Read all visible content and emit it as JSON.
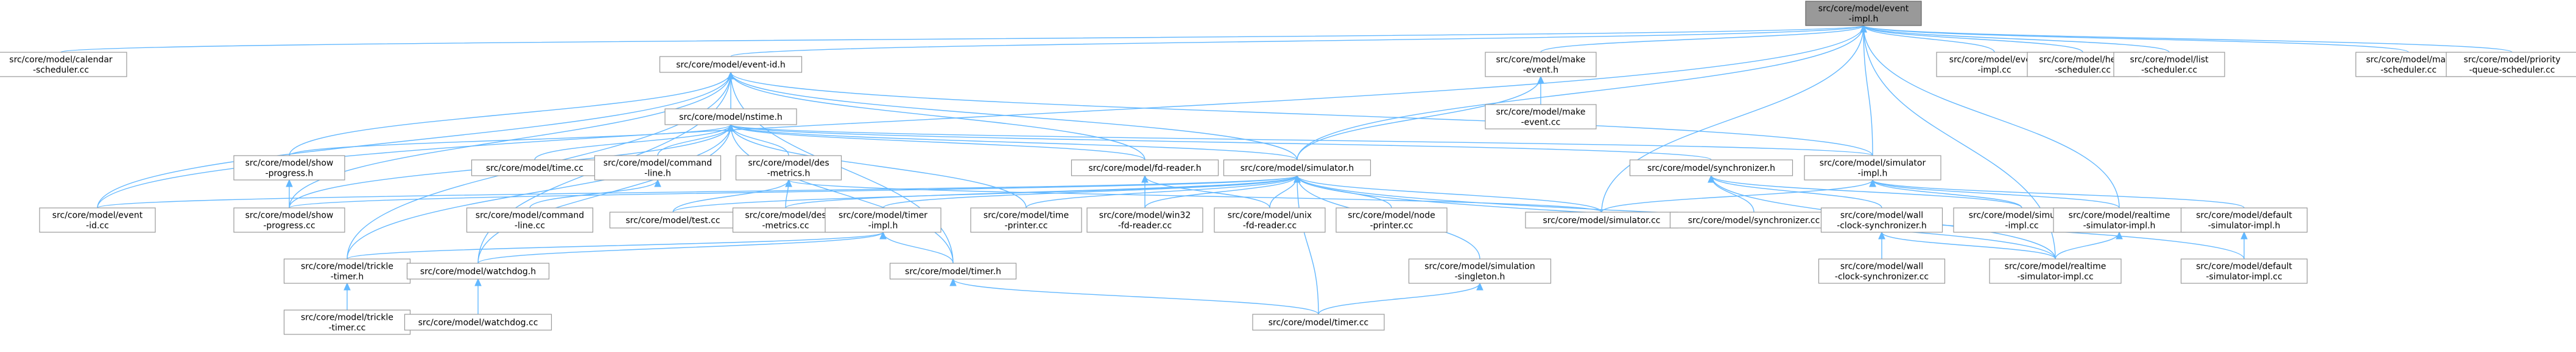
{
  "nodes": {
    "event_impl_h": [
      "src/core/model/event",
      "-impl.h"
    ],
    "calendar_scheduler_cc": [
      "src/core/model/calendar",
      "-scheduler.cc"
    ],
    "event_id_h": [
      "src/core/model/event-id.h"
    ],
    "make_event_h": [
      "src/core/model/make",
      "-event.h"
    ],
    "event_impl_cc": [
      "src/core/model/event",
      "-impl.cc"
    ],
    "heap_scheduler_cc": [
      "src/core/model/heap",
      "-scheduler.cc"
    ],
    "list_scheduler_cc": [
      "src/core/model/list",
      "-scheduler.cc"
    ],
    "map_scheduler_cc": [
      "src/core/model/map",
      "-scheduler.cc"
    ],
    "priority_queue_scheduler_cc": [
      "src/core/model/priority",
      "-queue-scheduler.cc"
    ],
    "make_event_cc": [
      "src/core/model/make",
      "-event.cc"
    ],
    "nstime_h": [
      "src/core/model/nstime.h"
    ],
    "show_progress_h": [
      "src/core/model/show",
      "-progress.h"
    ],
    "time_cc": [
      "src/core/model/time.cc"
    ],
    "command_line_h": [
      "src/core/model/command",
      "-line.h"
    ],
    "des_metrics_h": [
      "src/core/model/des",
      "-metrics.h"
    ],
    "fd_reader_h": [
      "src/core/model/fd-reader.h"
    ],
    "simulator_h": [
      "src/core/model/simulator.h"
    ],
    "synchronizer_h": [
      "src/core/model/synchronizer.h"
    ],
    "simulator_impl_h": [
      "src/core/model/simulator",
      "-impl.h"
    ],
    "event_id_cc": [
      "src/core/model/event",
      "-id.cc"
    ],
    "show_progress_cc": [
      "src/core/model/show",
      "-progress.cc"
    ],
    "command_line_cc": [
      "src/core/model/command",
      "-line.cc"
    ],
    "test_cc": [
      "src/core/model/test.cc"
    ],
    "des_metrics_cc": [
      "src/core/model/des",
      "-metrics.cc"
    ],
    "timer_impl_h": [
      "src/core/model/timer",
      "-impl.h"
    ],
    "time_printer_cc": [
      "src/core/model/time",
      "-printer.cc"
    ],
    "win32_fd_reader_cc": [
      "src/core/model/win32",
      "-fd-reader.cc"
    ],
    "unix_fd_reader_cc": [
      "src/core/model/unix",
      "-fd-reader.cc"
    ],
    "node_printer_cc": [
      "src/core/model/node",
      "-printer.cc"
    ],
    "simulator_cc": [
      "src/core/model/simulator.cc"
    ],
    "synchronizer_cc": [
      "src/core/model/synchronizer.cc"
    ],
    "wall_clock_synchronizer_h": [
      "src/core/model/wall",
      "-clock-synchronizer.h"
    ],
    "simulator_impl_cc": [
      "src/core/model/simulator",
      "-impl.cc"
    ],
    "realtime_simulator_impl_h": [
      "src/core/model/realtime",
      "-simulator-impl.h"
    ],
    "default_simulator_impl_h": [
      "src/core/model/default",
      "-simulator-impl.h"
    ],
    "trickle_timer_h": [
      "src/core/model/trickle",
      "-timer.h"
    ],
    "watchdog_h": [
      "src/core/model/watchdog.h"
    ],
    "timer_h": [
      "src/core/model/timer.h"
    ],
    "simulation_singleton_h": [
      "src/core/model/simulation",
      "-singleton.h"
    ],
    "wall_clock_synchronizer_cc": [
      "src/core/model/wall",
      "-clock-synchronizer.cc"
    ],
    "realtime_simulator_impl_cc": [
      "src/core/model/realtime",
      "-simulator-impl.cc"
    ],
    "default_simulator_impl_cc": [
      "src/core/model/default",
      "-simulator-impl.cc"
    ],
    "trickle_timer_cc": [
      "src/core/model/trickle",
      "-timer.cc"
    ],
    "watchdog_cc": [
      "src/core/model/watchdog.cc"
    ],
    "timer_cc": [
      "src/core/model/timer.cc"
    ]
  },
  "edges": [
    [
      "event_impl_h",
      "calendar_scheduler_cc"
    ],
    [
      "event_impl_h",
      "event_id_h"
    ],
    [
      "event_impl_h",
      "make_event_h"
    ],
    [
      "event_impl_h",
      "event_impl_cc"
    ],
    [
      "event_impl_h",
      "heap_scheduler_cc"
    ],
    [
      "event_impl_h",
      "list_scheduler_cc"
    ],
    [
      "event_impl_h",
      "map_scheduler_cc"
    ],
    [
      "event_impl_h",
      "priority_queue_scheduler_cc"
    ],
    [
      "event_impl_h",
      "simulator_h"
    ],
    [
      "event_impl_h",
      "simulator_impl_h"
    ],
    [
      "event_impl_h",
      "event_id_cc"
    ],
    [
      "event_impl_h",
      "simulator_cc"
    ],
    [
      "event_impl_h",
      "realtime_simulator_impl_h"
    ],
    [
      "event_impl_h",
      "realtime_simulator_impl_cc"
    ],
    [
      "make_event_h",
      "make_event_cc"
    ],
    [
      "make_event_h",
      "simulator_h"
    ],
    [
      "event_id_h",
      "nstime_h"
    ],
    [
      "event_id_h",
      "simulator_h"
    ],
    [
      "event_id_h",
      "fd_reader_h"
    ],
    [
      "event_id_h",
      "show_progress_h"
    ],
    [
      "event_id_h",
      "show_progress_cc"
    ],
    [
      "event_id_h",
      "event_id_cc"
    ],
    [
      "event_id_h",
      "simulator_impl_h"
    ],
    [
      "event_id_h",
      "trickle_timer_h"
    ],
    [
      "event_id_h",
      "watchdog_h"
    ],
    [
      "event_id_h",
      "timer_h"
    ],
    [
      "nstime_h",
      "show_progress_h"
    ],
    [
      "nstime_h",
      "time_cc"
    ],
    [
      "nstime_h",
      "command_line_h"
    ],
    [
      "nstime_h",
      "des_metrics_h"
    ],
    [
      "nstime_h",
      "fd_reader_h"
    ],
    [
      "nstime_h",
      "simulator_h"
    ],
    [
      "nstime_h",
      "synchronizer_h"
    ],
    [
      "nstime_h",
      "simulator_impl_h"
    ],
    [
      "nstime_h",
      "show_progress_cc"
    ],
    [
      "nstime_h",
      "time_printer_cc"
    ],
    [
      "nstime_h",
      "trickle_timer_h"
    ],
    [
      "nstime_h",
      "watchdog_h"
    ],
    [
      "nstime_h",
      "timer_h"
    ],
    [
      "show_progress_h",
      "show_progress_cc"
    ],
    [
      "command_line_h",
      "command_line_cc"
    ],
    [
      "des_metrics_h",
      "des_metrics_cc"
    ],
    [
      "des_metrics_h",
      "test_cc"
    ],
    [
      "des_metrics_h",
      "simulator_cc"
    ],
    [
      "fd_reader_h",
      "win32_fd_reader_cc"
    ],
    [
      "fd_reader_h",
      "unix_fd_reader_cc"
    ],
    [
      "simulator_h",
      "event_id_cc"
    ],
    [
      "simulator_h",
      "show_progress_cc"
    ],
    [
      "simulator_h",
      "test_cc"
    ],
    [
      "simulator_h",
      "des_metrics_cc"
    ],
    [
      "simulator_h",
      "timer_impl_h"
    ],
    [
      "simulator_h",
      "time_printer_cc"
    ],
    [
      "simulator_h",
      "win32_fd_reader_cc"
    ],
    [
      "simulator_h",
      "unix_fd_reader_cc"
    ],
    [
      "simulator_h",
      "node_printer_cc"
    ],
    [
      "simulator_h",
      "simulator_cc"
    ],
    [
      "simulator_h",
      "simulation_singleton_h"
    ],
    [
      "simulator_h",
      "timer_cc"
    ],
    [
      "simulator_h",
      "realtime_simulator_impl_cc"
    ],
    [
      "simulator_h",
      "default_simulator_impl_cc"
    ],
    [
      "synchronizer_h",
      "synchronizer_cc"
    ],
    [
      "synchronizer_h",
      "wall_clock_synchronizer_h"
    ],
    [
      "synchronizer_h",
      "simulator_impl_cc"
    ],
    [
      "synchronizer_h",
      "realtime_simulator_impl_cc"
    ],
    [
      "simulator_impl_h",
      "simulator_cc"
    ],
    [
      "simulator_impl_h",
      "simulator_impl_cc"
    ],
    [
      "simulator_impl_h",
      "realtime_simulator_impl_h"
    ],
    [
      "simulator_impl_h",
      "default_simulator_impl_h"
    ],
    [
      "timer_impl_h",
      "trickle_timer_h"
    ],
    [
      "timer_impl_h",
      "watchdog_h"
    ],
    [
      "timer_impl_h",
      "timer_h"
    ],
    [
      "wall_clock_synchronizer_h",
      "wall_clock_synchronizer_cc"
    ],
    [
      "wall_clock_synchronizer_h",
      "realtime_simulator_impl_cc"
    ],
    [
      "realtime_simulator_impl_h",
      "realtime_simulator_impl_cc"
    ],
    [
      "default_simulator_impl_h",
      "default_simulator_impl_cc"
    ],
    [
      "trickle_timer_h",
      "trickle_timer_cc"
    ],
    [
      "watchdog_h",
      "watchdog_cc"
    ],
    [
      "timer_h",
      "timer_cc"
    ],
    [
      "simulation_singleton_h",
      "timer_cc"
    ]
  ],
  "root": "event_impl_h",
  "colors": {
    "edge": "#63b8ff",
    "root_fill": "#999999",
    "node_fill": "#ffffff",
    "node_border": "#999999"
  }
}
